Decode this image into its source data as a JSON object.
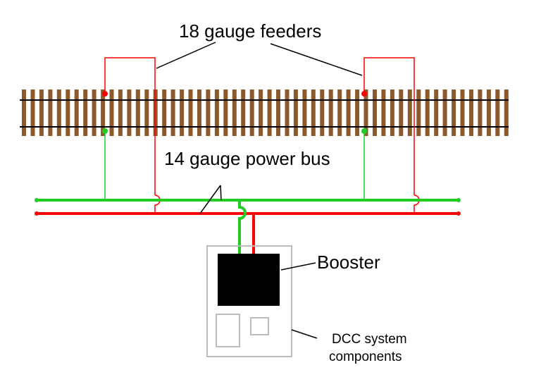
{
  "labels": {
    "feeders": "18 gauge feeders",
    "bus": "14 gauge power bus",
    "booster": "Booster",
    "dcc_line1": "DCC system",
    "dcc_line2": "components"
  },
  "colors": {
    "tie": "#8b5a2b",
    "rail": "#000000",
    "red_wire": "#ff0000",
    "green_wire": "#22cc22",
    "enclosure": "#bbbbbb",
    "booster": "#000000"
  },
  "icons": {
    "track": "railroad-track",
    "booster": "booster-box",
    "dcc_enclosure": "dcc-system-box"
  }
}
